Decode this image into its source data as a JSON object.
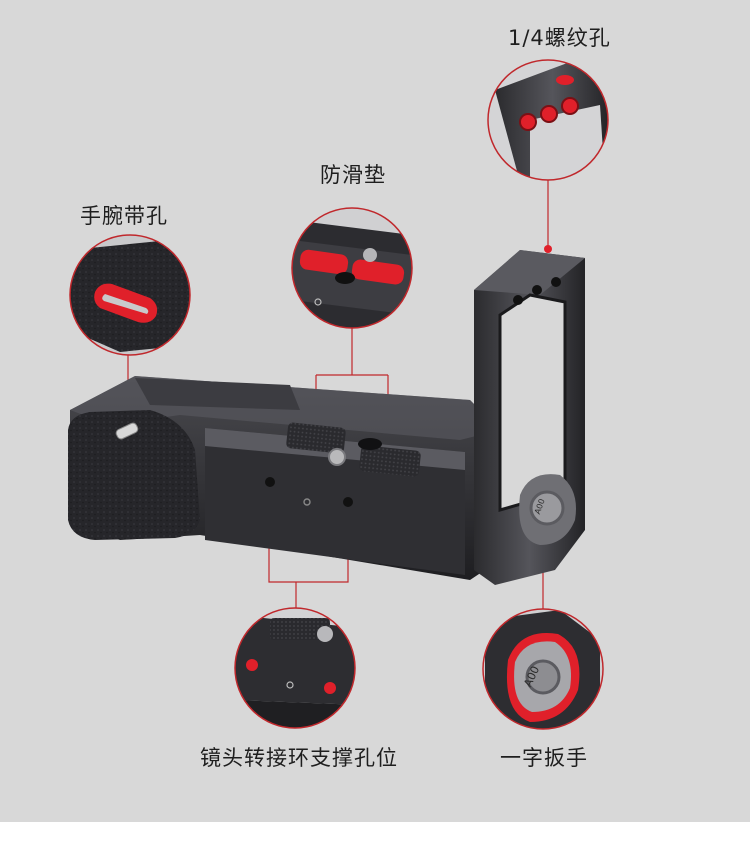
{
  "labels": {
    "thread_holes": "1/4螺纹孔",
    "anti_slip_pad": "防滑垫",
    "wrist_strap_hole": "手腕带孔",
    "lens_support_holes": "镜头转接环支撑孔位",
    "flat_wrench": "一字扳手"
  },
  "knob_text": "A00",
  "colors": {
    "panel_bg": "#d8d8d8",
    "bottom_strip": "#ffffff",
    "accent_red": "#e0202a",
    "leader_line": "#c0282c",
    "metal_dark": "#2a2a2d"
  }
}
